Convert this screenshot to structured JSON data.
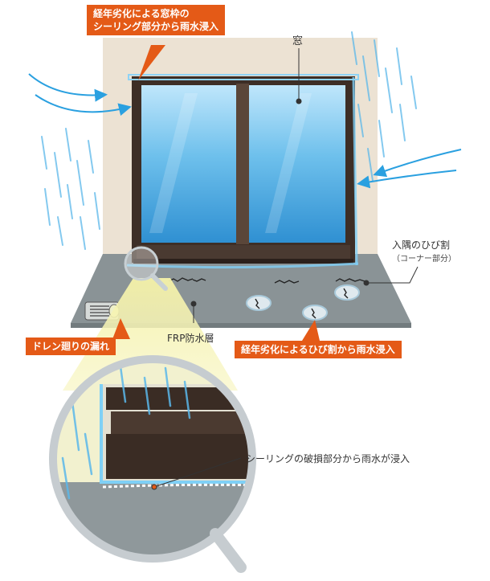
{
  "callouts": {
    "window_sealing": [
      "経年劣化による窓枠の",
      "シーリング部分から雨水浸入"
    ],
    "drain": "ドレン廻りの漏れ",
    "crack": "経年劣化によるひび割から雨水浸入"
  },
  "labels": {
    "window": "窓",
    "corner_crack": "入隅のひび割",
    "corner_note": "（コーナー部分）",
    "frp": "FRP防水層",
    "sealing_breach": "シーリングの破損部分から雨水が浸入"
  },
  "colors": {
    "accent_orange": "#e45a17",
    "wall": "#ece2d3",
    "floor": "#8a9396",
    "frame": "#3d2e26",
    "glass": "#62b6e6",
    "water": "#56b6e8",
    "magnifier_highlight": "#f4f1a2"
  }
}
